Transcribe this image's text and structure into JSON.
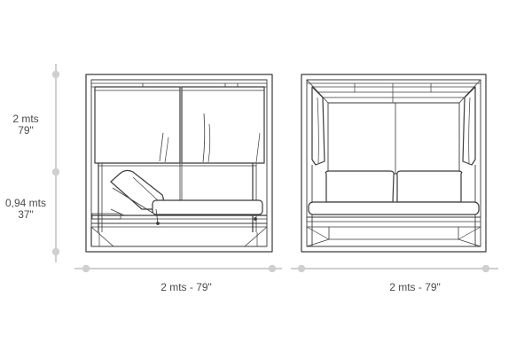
{
  "dimensions": {
    "height_total_metric": "2 mts",
    "height_total_imperial": "79\"",
    "height_seat_metric": "0,94 mts",
    "height_seat_imperial": "37\"",
    "width_side_view": "2 mts - 79\"",
    "width_front_view": "2 mts - 79\""
  },
  "colors": {
    "line": "#3a3a3a",
    "dimension": "#c8c8c8",
    "dimension_text": "#4a4a4a"
  }
}
